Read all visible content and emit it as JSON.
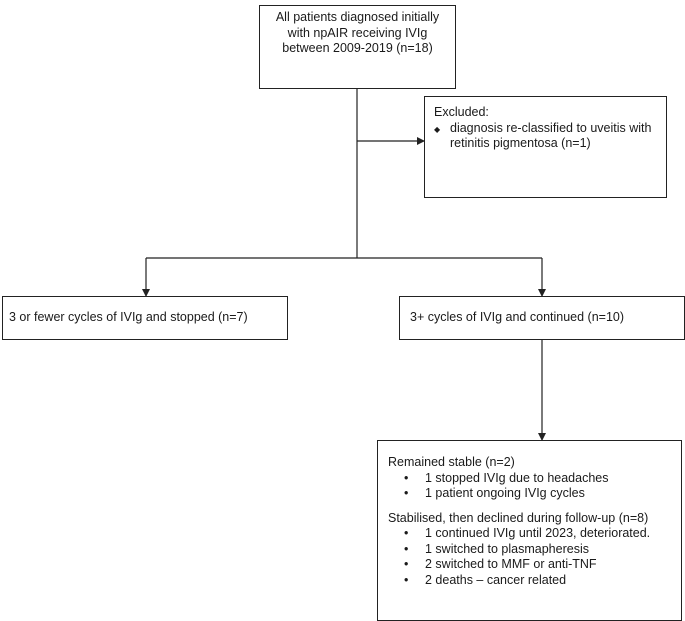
{
  "top_box": {
    "lines": [
      "All patients diagnosed initially",
      "with npAIR receiving IVIg",
      "between 2009-2019 (n=18)"
    ]
  },
  "excluded_box": {
    "title": "Excluded:",
    "items": [
      {
        "lines": [
          "diagnosis re-classified to uveitis with",
          "retinitis pigmentosa (n=1)"
        ]
      }
    ]
  },
  "left_box": {
    "text": "3 or fewer cycles of IVIg and stopped (n=7)"
  },
  "right_box": {
    "text": "3+ cycles of IVIg and continued (n=10)"
  },
  "bottom_box": {
    "group1": {
      "title": "Remained stable (n=2)",
      "items": [
        "1 stopped IVIg due to headaches",
        "1 patient ongoing IVIg cycles"
      ]
    },
    "group2": {
      "title": "Stabilised, then declined during follow-up (n=8)",
      "items": [
        "1 continued IVIg until 2023, deteriorated.",
        "1 switched to plasmapheresis",
        "2 switched to MMF or anti-TNF",
        "2 deaths – cancer related"
      ]
    }
  }
}
